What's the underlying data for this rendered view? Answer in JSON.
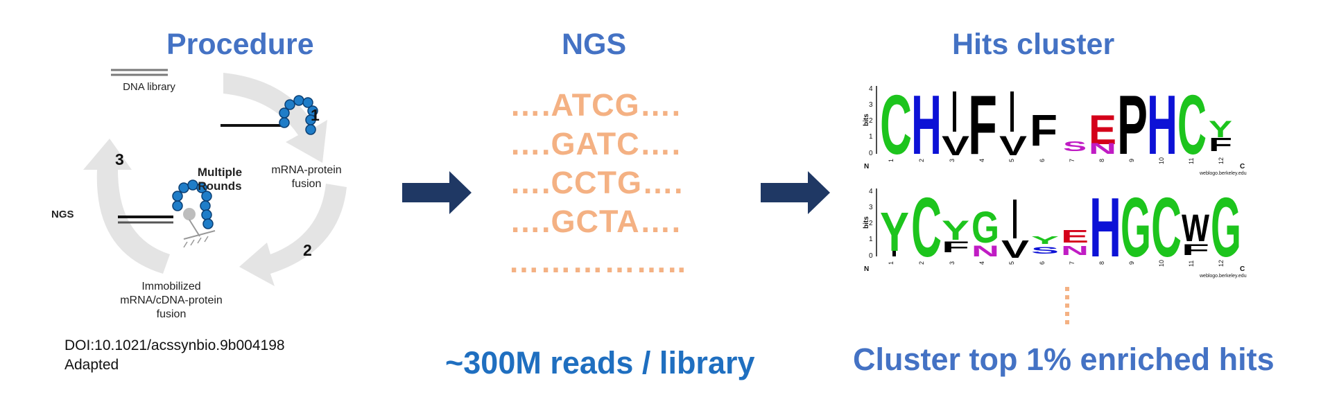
{
  "procedure": {
    "title": "Procedure",
    "dna_library": "DNA library",
    "fusion": "mRNA-protein\nfusion",
    "immobilized": "Immobilized\nmRNA/cDNA-protein\nfusion",
    "multiple_rounds": "Multiple\nRounds",
    "ngs": "NGS",
    "steps": [
      "1",
      "2",
      "3"
    ],
    "doi": "DOI:10.1021/acssynbio.9b004198",
    "adapted": "Adapted"
  },
  "ngs": {
    "title": "NGS",
    "sequences": [
      "….ATCG….",
      "….GATC….",
      "….CCTG….",
      "….GCTA…."
    ],
    "ellipsis": "……………..",
    "reads": "~300M reads / library"
  },
  "hits": {
    "title": "Hits cluster",
    "footer": "Cluster top 1% enriched hits",
    "axis_label": "bits",
    "y_ticks": [
      "4",
      "3",
      "2",
      "1",
      "0"
    ],
    "n_label": "N",
    "c_label": "C",
    "positions": [
      "1",
      "2",
      "3",
      "4",
      "5",
      "6",
      "7",
      "8",
      "9",
      "10",
      "11",
      "12"
    ],
    "credit": "weblogo.berkeley.edu",
    "logo1": [
      "C",
      "H",
      "V",
      "F",
      "V",
      "F",
      "S",
      "E",
      "P",
      "H",
      "C",
      "Y"
    ],
    "logo2": [
      "Y",
      "C",
      "Y",
      "G",
      "V",
      "Y",
      "E",
      "H",
      "G",
      "C",
      "W",
      "G"
    ]
  },
  "colors": {
    "title_blue": "#4472c4",
    "seq_orange": "#f4b183",
    "arrow_navy": "#1f3864",
    "green": "#1dc41d",
    "blue": "#0d12d6",
    "red": "#d4001a",
    "magenta": "#c01cc4",
    "black": "#000000"
  }
}
